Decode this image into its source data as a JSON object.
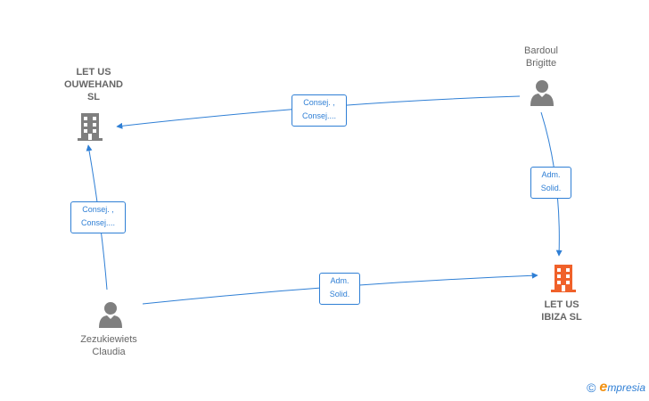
{
  "colors": {
    "edge": "#2f7fd5",
    "person": "#7f7f7f",
    "company_gray": "#7f7f7f",
    "company_highlight": "#f0612a",
    "label_text": "#666666",
    "highlight_text": "#666666",
    "brand_e": "#f29111",
    "brand_text": "#2f7fd5"
  },
  "nodes": {
    "letus_ouwehand": {
      "label": "LET US\nOUWEHAND\nSL",
      "icon": "building-icon"
    },
    "letus_ibiza": {
      "label": "LET US\nIBIZA  SL",
      "icon": "building-icon"
    },
    "bardoul": {
      "label": "Bardoul\nBrigitte",
      "icon": "person-icon"
    },
    "zezukiewiets": {
      "label": "Zezukiewiets\nClaudia",
      "icon": "person-icon"
    }
  },
  "edges": {
    "bardoul_to_ouwehand": {
      "label": "Consej. ,\nConsej...."
    },
    "bardoul_to_ibiza": {
      "label": "Adm.\nSolid."
    },
    "zezukiewiets_to_ouwehand": {
      "label": "Consej. ,\nConsej...."
    },
    "zezukiewiets_to_ibiza": {
      "label": "Adm.\nSolid."
    }
  },
  "brand": {
    "copyright": "©",
    "e": "e",
    "name": "mpresia"
  }
}
